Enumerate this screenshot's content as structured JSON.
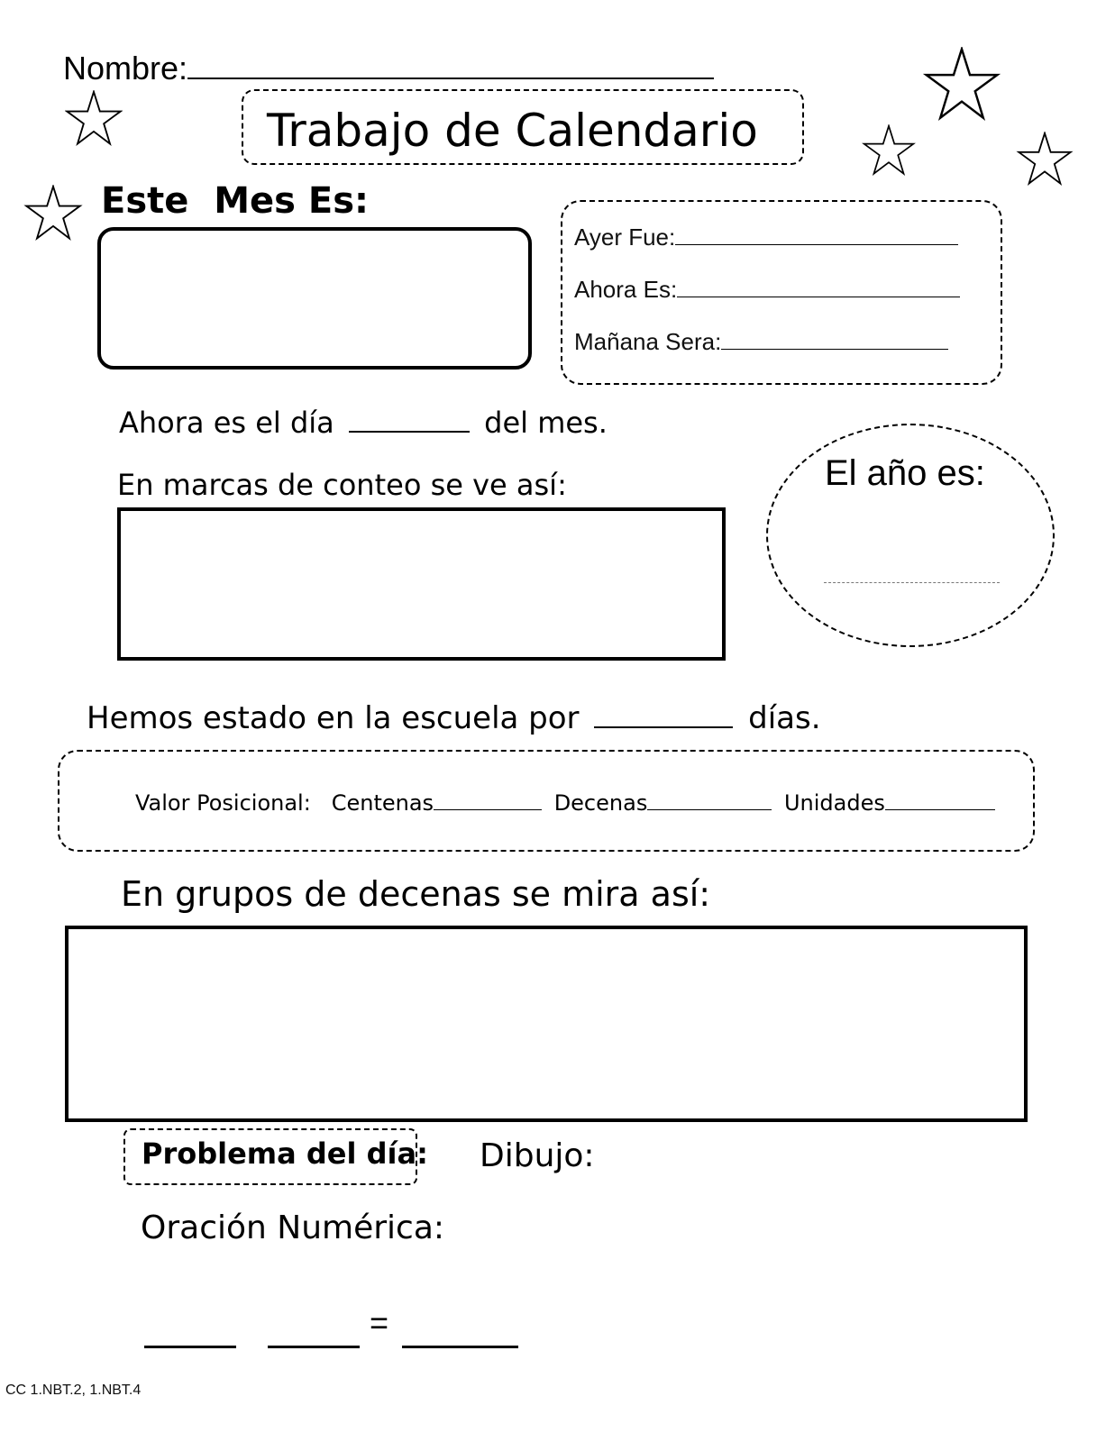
{
  "header": {
    "name_label": "Nombre:",
    "title": "Trabajo de Calendario"
  },
  "month": {
    "label": "Este  Mes Es:"
  },
  "days": {
    "yesterday_label": "Ayer Fue:",
    "today_label": "Ahora Es:",
    "tomorrow_label": "Mañana Sera:"
  },
  "day_of_month": {
    "prefix": "Ahora es el día",
    "suffix": "del mes."
  },
  "tally": {
    "label": "En marcas de conteo se ve así:"
  },
  "year": {
    "label": "El año es:"
  },
  "school_days": {
    "prefix": "Hemos estado en la escuela por",
    "suffix": "días."
  },
  "place_value": {
    "label": "Valor Posicional:",
    "hundreds": "Centenas",
    "tens": "Decenas",
    "ones": "Unidades"
  },
  "tens_groups": {
    "label": "En grupos de decenas se mira así:"
  },
  "problem": {
    "label": "Problema del día:",
    "drawing_label": "Dibujo:",
    "sentence_label": "Oración Numérica:",
    "equals": "="
  },
  "footer": {
    "standards": "CC 1.NBT.2, 1.NBT.4"
  },
  "icons": {
    "decoration": "star-outline-icon"
  }
}
